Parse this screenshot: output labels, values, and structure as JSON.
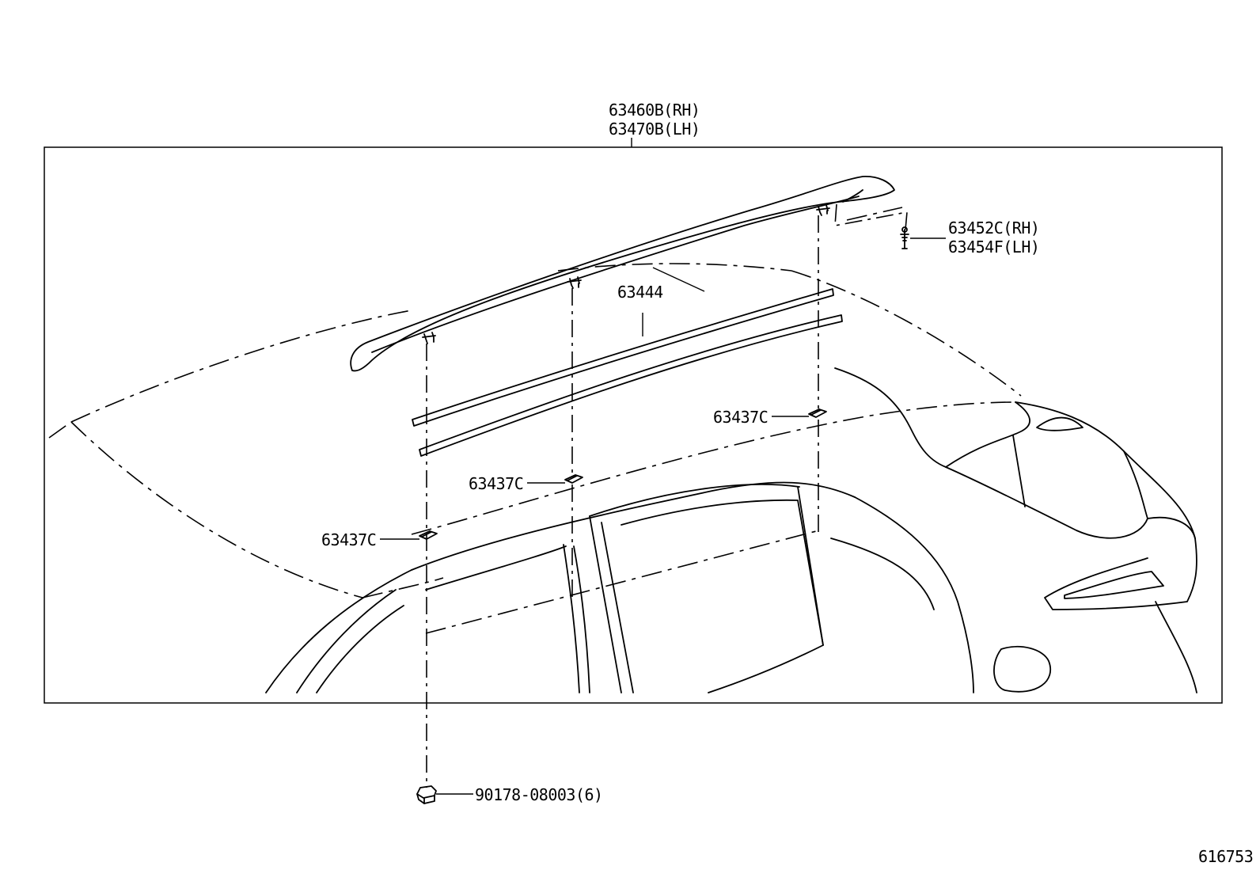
{
  "diagram": {
    "doc_number": "616753",
    "callouts": [
      {
        "key": "roof_rail",
        "lines": [
          "63460B(RH)",
          "63470B(LH)"
        ]
      },
      {
        "key": "end_clip",
        "lines": [
          "63452C(RH)",
          "63454F(LH)"
        ]
      },
      {
        "key": "moulding",
        "lines": [
          "63444"
        ]
      },
      {
        "key": "clip_rear",
        "lines": [
          "63437C"
        ]
      },
      {
        "key": "clip_mid",
        "lines": [
          "63437C"
        ]
      },
      {
        "key": "clip_front",
        "lines": [
          "63437C"
        ]
      },
      {
        "key": "nut",
        "lines": [
          "90178-08003(6)"
        ]
      }
    ]
  }
}
